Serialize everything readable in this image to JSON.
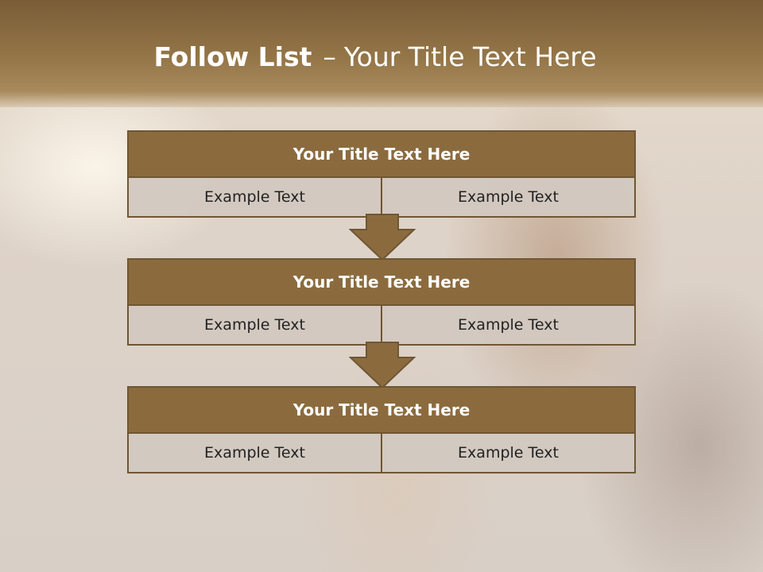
{
  "slide": {
    "title_strong": "Follow List",
    "title_dash": "–",
    "title_rest": "Your Title Text Here"
  },
  "blocks": [
    {
      "title": "Your Title Text Here",
      "left": "Example Text",
      "right": "Example Text"
    },
    {
      "title": "Your Title Text Here",
      "left": "Example Text",
      "right": "Example Text"
    },
    {
      "title": "Your Title Text Here",
      "left": "Example Text",
      "right": "Example Text"
    }
  ],
  "colors": {
    "header_fill": "#8b6b3e",
    "border": "#6f5634",
    "cell_fill": "#d2c8c0",
    "arrow_fill": "#8b6b3e"
  },
  "icons": {
    "connector": "down-arrow-icon"
  }
}
